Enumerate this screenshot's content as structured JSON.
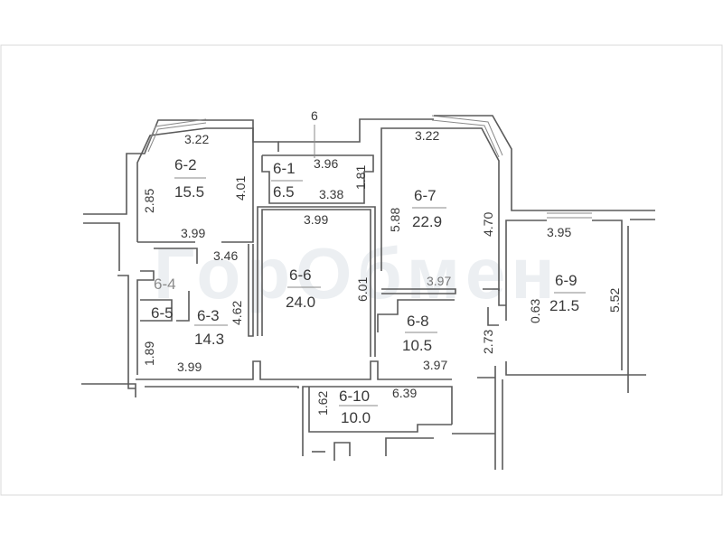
{
  "plan": {
    "apartment_label": "6",
    "watermark": "ГорОбмен",
    "rooms": [
      {
        "id": "6-1",
        "area": "6.5"
      },
      {
        "id": "6-2",
        "area": "15.5"
      },
      {
        "id": "6-3",
        "area": "14.3"
      },
      {
        "id": "6-4",
        "area": ""
      },
      {
        "id": "6-5",
        "area": ""
      },
      {
        "id": "6-6",
        "area": "24.0"
      },
      {
        "id": "6-7",
        "area": "22.9"
      },
      {
        "id": "6-8",
        "area": "10.5"
      },
      {
        "id": "6-9",
        "area": "21.5"
      },
      {
        "id": "6-10",
        "area": "10.0"
      }
    ],
    "dimensions": {
      "r2_top": "3.22",
      "r2_left": "2.85",
      "r2_right": "4.01",
      "r2_bottom": "3.99",
      "r1_top": "3.96",
      "r1_bottom": "3.38",
      "r1_right": "1.81",
      "r6_top": "3.99",
      "r6_right": "6.01",
      "hall": "3.46",
      "r3_right": "4.62",
      "r3_left": "1.89",
      "r3_bottom": "3.99",
      "r7_top": "3.22",
      "r7_left": "5.88",
      "r7_right": "4.70",
      "r7_bottom": "3.97",
      "r8_bottom": "3.97",
      "r8_right": "2.73",
      "r9_top": "3.95",
      "r9_right": "5.52",
      "r9_left": "0.63",
      "r10_top": "6.39",
      "r10_left": "1.62"
    }
  }
}
